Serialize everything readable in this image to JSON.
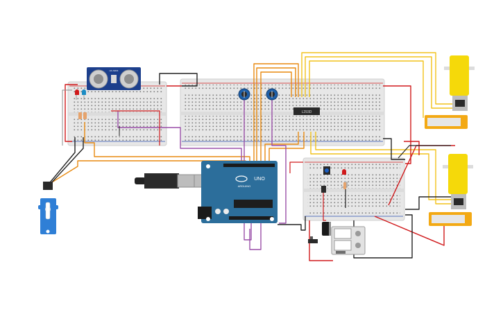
{
  "circuit": {
    "title": "",
    "components": {
      "ultrasonic_sensor": {
        "label": "HC-SR04"
      },
      "arduino": {
        "brand": "ARDUINO",
        "model": "UNO"
      },
      "motor_driver_ic": {
        "label": "L293D"
      },
      "servo": {
        "label": ""
      },
      "battery": {
        "label": ""
      }
    },
    "colors": {
      "breadboard": "#e9e9e9",
      "arduino": "#2c6e9b",
      "sensor": "#1c3f8c",
      "motor": "#f5d90a",
      "wire_red": "#d0191b",
      "wire_black": "#222222",
      "wire_orange": "#e8890e",
      "wire_yellow": "#f2c21a",
      "wire_purple": "#9a4fa8",
      "wire_gray": "#8c8c8c"
    }
  }
}
